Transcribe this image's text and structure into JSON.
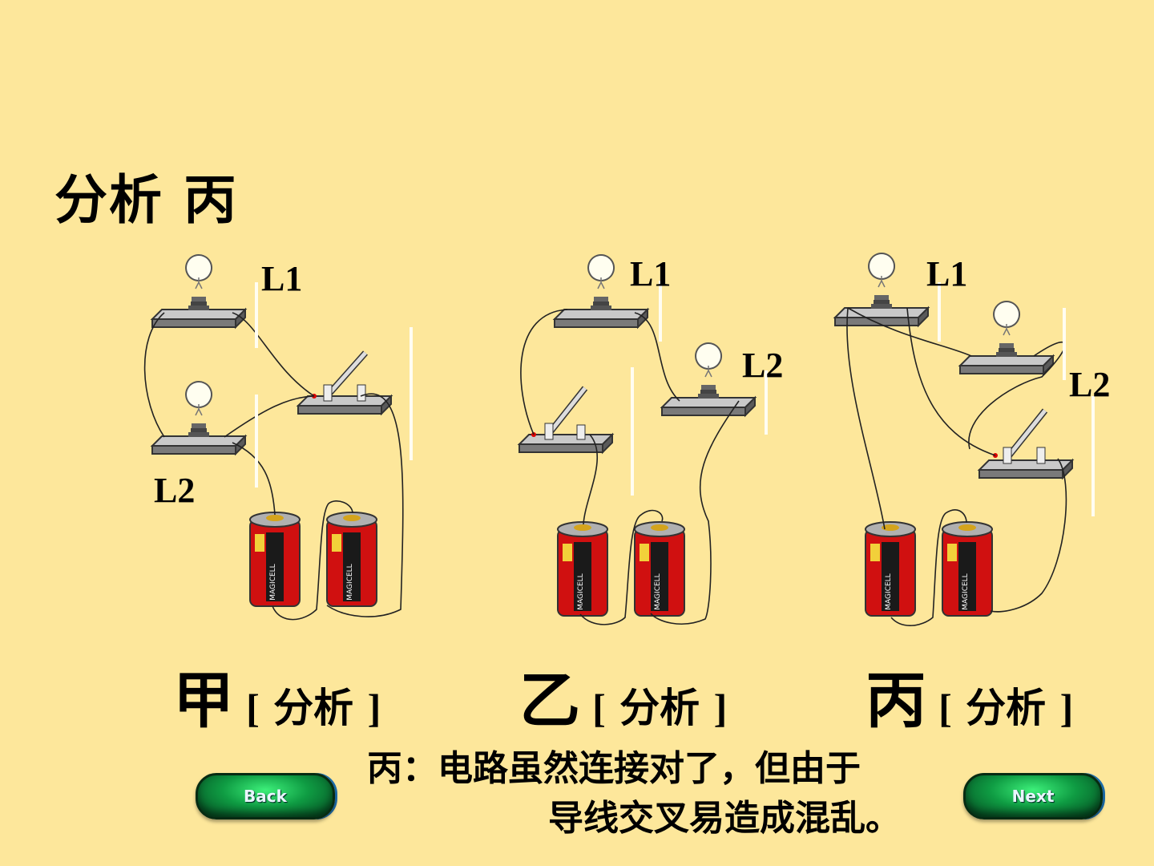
{
  "title": "分析  丙",
  "labels": {
    "jia_l1": "L1",
    "jia_l2": "L2",
    "yi_l1": "L1",
    "yi_l2": "L2",
    "bing_l1": "L1",
    "bing_l2": "L2"
  },
  "captions": [
    {
      "char": "甲",
      "open": "[",
      "link": "分析",
      "close": "]"
    },
    {
      "char": "乙",
      "open": "[",
      "link": "分析",
      "close": "]"
    },
    {
      "char": "丙",
      "open": "[",
      "link": "分析",
      "close": "]"
    }
  ],
  "note": {
    "line1": "丙：电路虽然连接对了，但由于",
    "line2": "导线交叉易造成混乱。"
  },
  "nav": {
    "back": "Back",
    "next": "Next"
  },
  "colors": {
    "background": "#fde79b",
    "battery_red": "#d01010",
    "button_green": "#0f9c43"
  }
}
